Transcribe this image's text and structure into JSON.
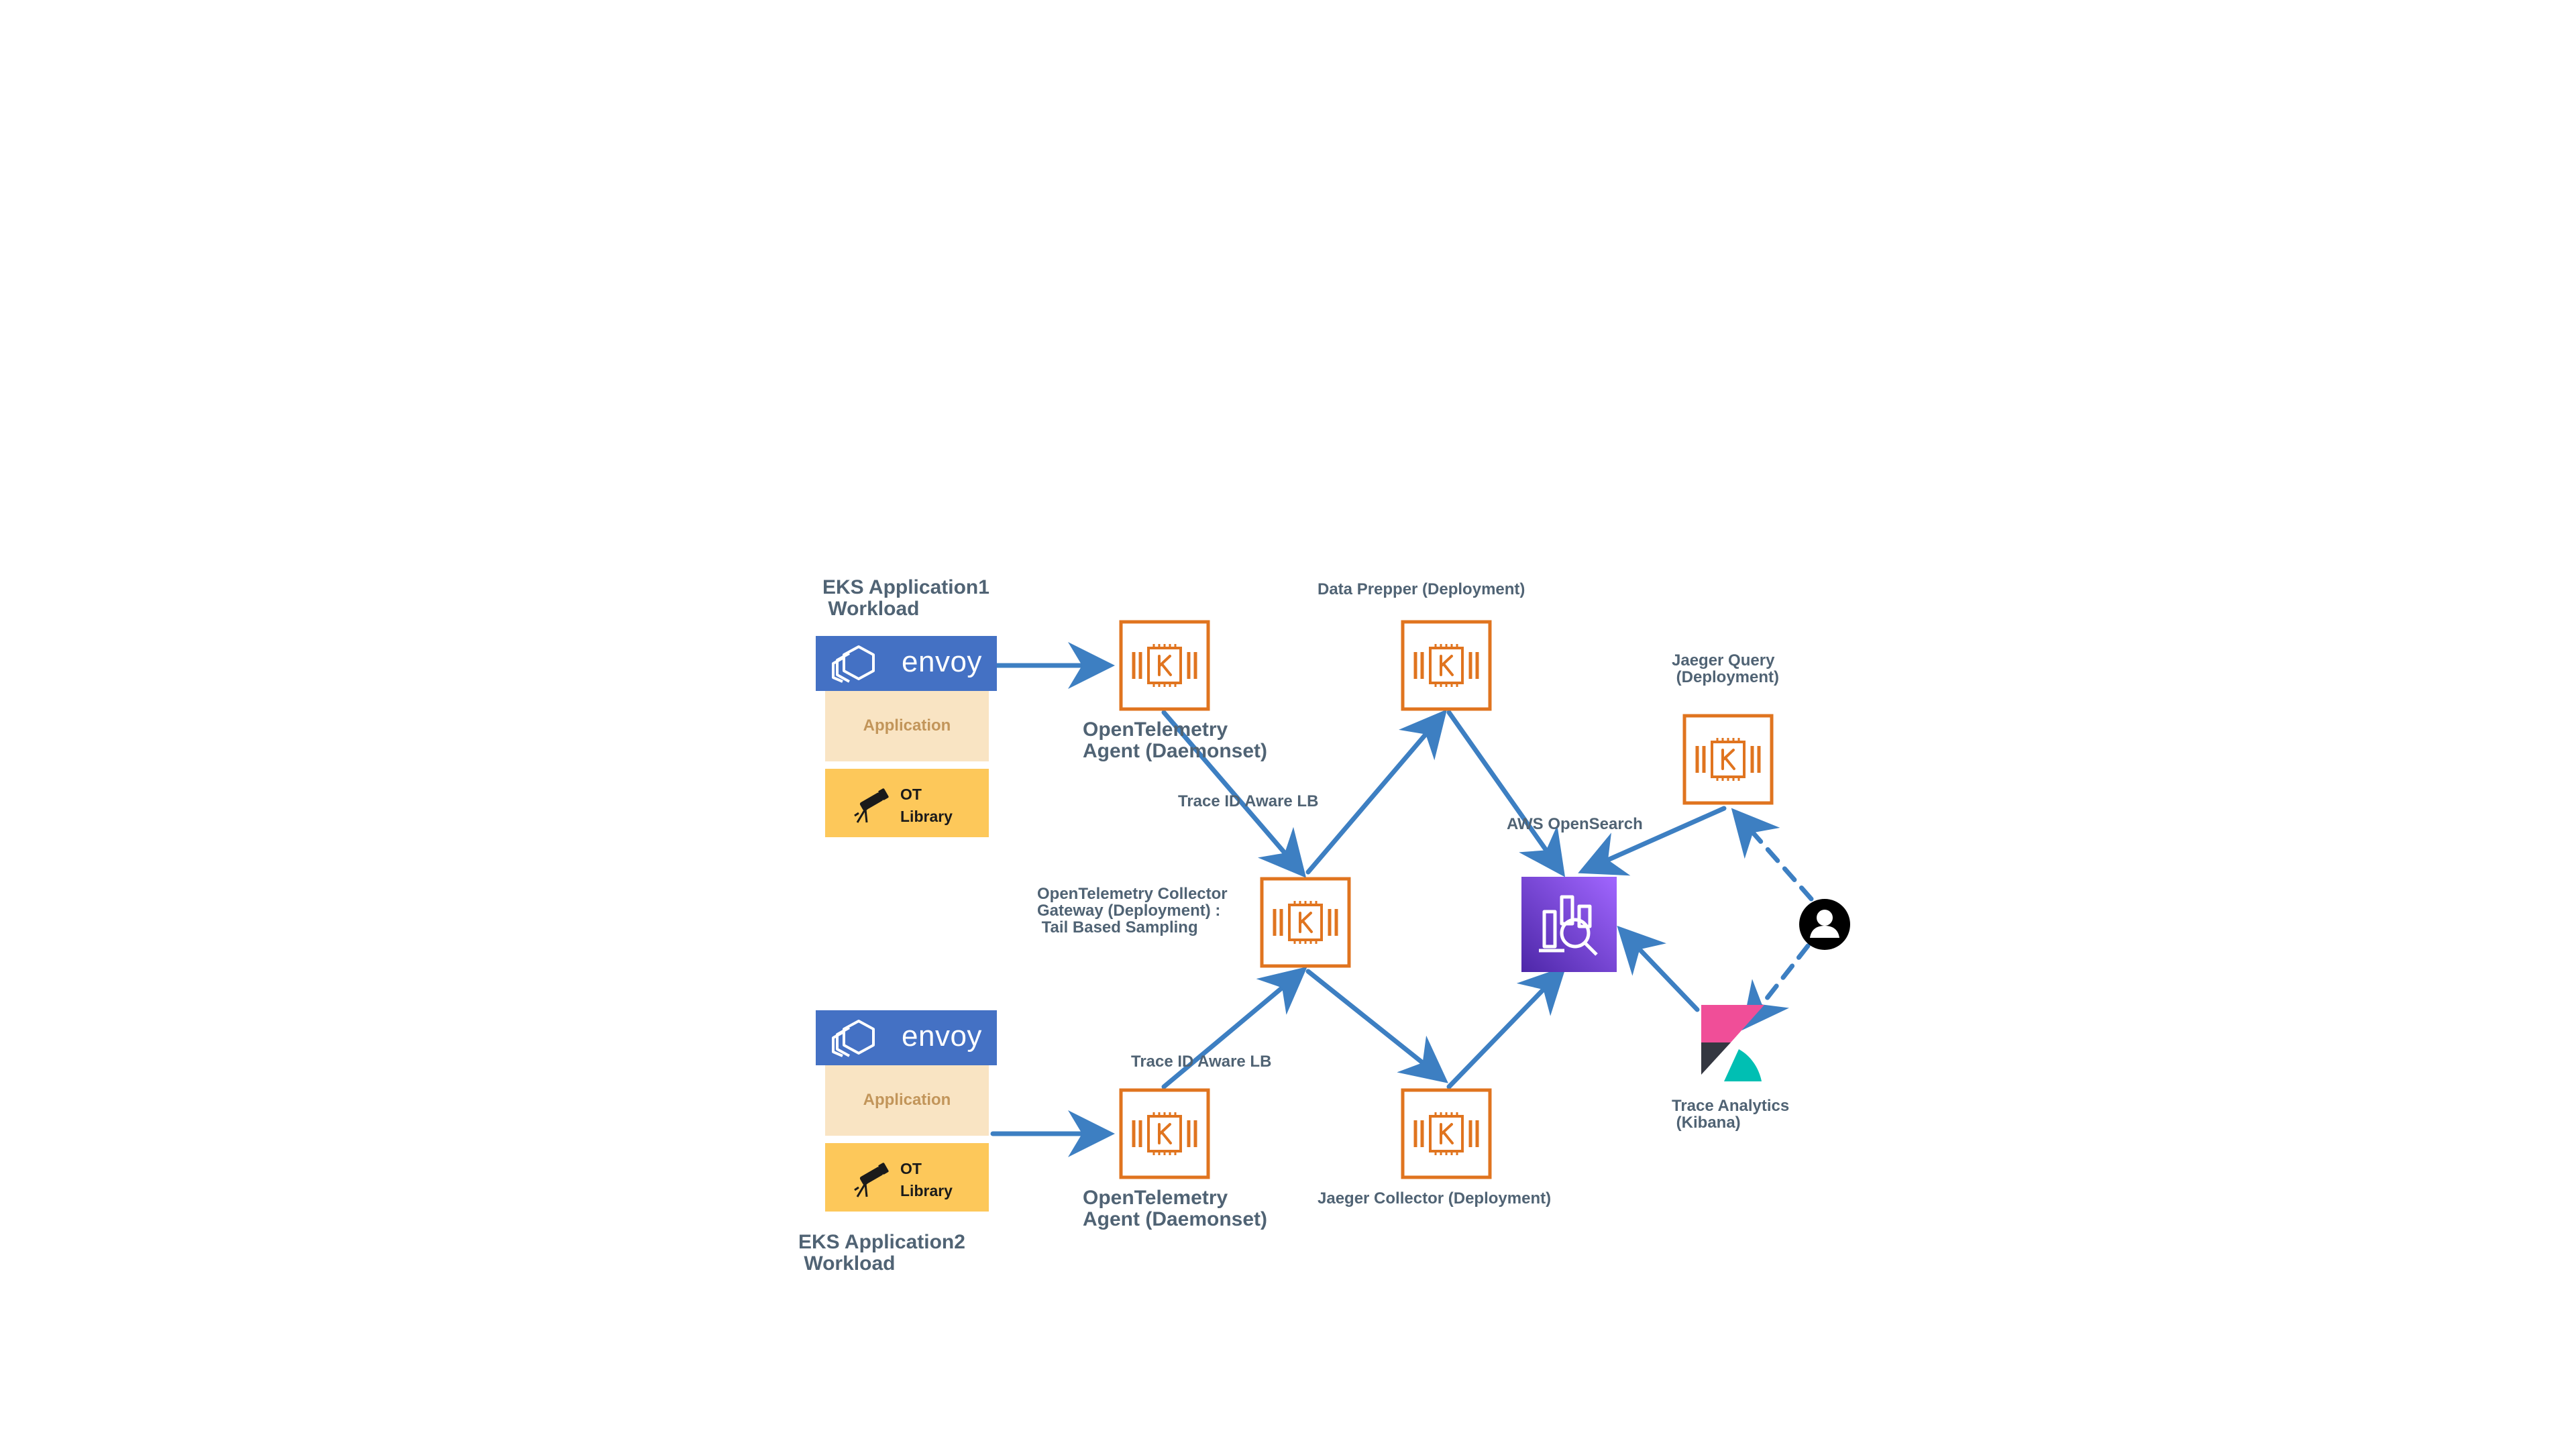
{
  "workloads": [
    {
      "name": "EKS Application1\n Workload",
      "envoy": "envoy",
      "application": "Application",
      "library": "OT\nLibrary"
    },
    {
      "name": "EKS Application2\n Workload",
      "envoy": "envoy",
      "application": "Application",
      "library": "OT\nLibrary"
    }
  ],
  "components": {
    "agent1": "OpenTelemetry\nAgent (Daemonset)",
    "agent2": "OpenTelemetry\nAgent (Daemonset)",
    "gateway": "OpenTelemetry Collector\nGateway (Deployment) :\n Tail Based Sampling",
    "data_prepper": "Data Prepper (Deployment)",
    "jaeger_collector": "Jaeger Collector (Deployment)",
    "jaeger_query": "Jaeger Query\n (Deployment)",
    "opensearch": "AWS OpenSearch",
    "trace_analytics": "Trace Analytics\n (Kibana)"
  },
  "edge_labels": {
    "lb1": "Trace ID Aware LB",
    "lb2": "Trace ID Aware LB"
  },
  "colors": {
    "arrow": "#3d7fc2",
    "k8s_orange": "#e0741f",
    "envoy_blue": "#4471c4",
    "opensearch_purple": "#6b3fd4",
    "label_text": "#506374"
  },
  "icons": {
    "k8s": "kubernetes-chip-icon",
    "opensearch": "opensearch-icon",
    "kibana": "kibana-logo",
    "user": "user-icon",
    "telescope": "telescope-icon",
    "envoy": "envoy-logo"
  }
}
